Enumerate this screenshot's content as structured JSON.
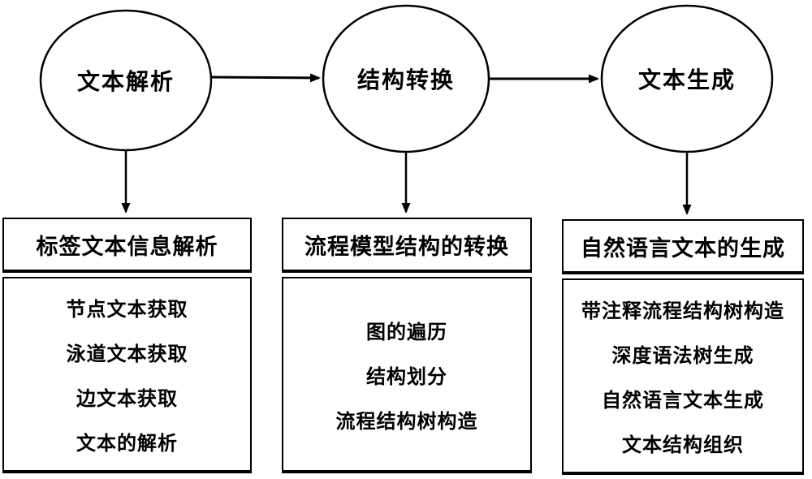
{
  "diagram": {
    "background_color": "#ffffff",
    "stroke_color": "#000000",
    "stages": [
      {
        "label": "文本解析"
      },
      {
        "label": "结构转换"
      },
      {
        "label": "文本生成"
      }
    ],
    "modules": [
      {
        "title": "标签文本信息解析",
        "items": [
          "节点文本获取",
          "泳道文本获取",
          "边文本获取",
          "文本的解析"
        ]
      },
      {
        "title": "流程模型结构的转换",
        "items": [
          "图的遍历",
          "结构划分",
          "流程结构树构造"
        ]
      },
      {
        "title": "自然语言文本的生成",
        "items": [
          "带注释流程结构树构造",
          "深度语法树生成",
          "自然语言文本生成",
          "文本结构组织"
        ]
      }
    ]
  }
}
